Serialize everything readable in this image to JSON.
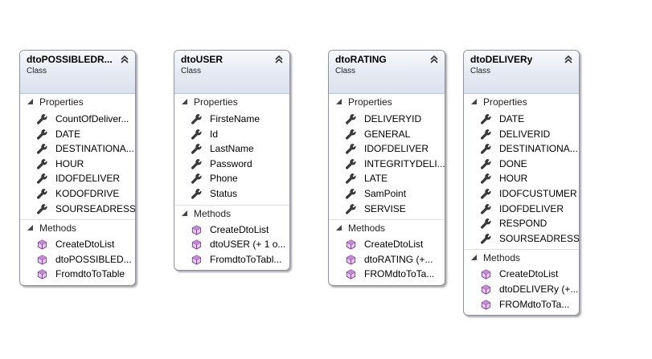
{
  "classes": [
    {
      "name": "dtoPOSSIBLEDR...",
      "kind": "Class",
      "properties_label": "Properties",
      "properties": [
        "CountOfDeliver...",
        "DATE",
        "DESTINATIONA...",
        "HOUR",
        "IDOFDELIVER",
        "KODOFDRIVE",
        "SOURSEADRESS"
      ],
      "methods_label": "Methods",
      "methods": [
        "CreateDtoList",
        "dtoPOSSIBLED...",
        "FromdtoToTable"
      ]
    },
    {
      "name": "dtoUSER",
      "kind": "Class",
      "properties_label": "Properties",
      "properties": [
        "FirsteName",
        "Id",
        "LastName",
        "Password",
        "Phone",
        "Status"
      ],
      "methods_label": "Methods",
      "methods": [
        "CreateDtoList",
        "dtoUSER (+ 1 o...",
        "FromdtoToTabl..."
      ]
    },
    {
      "name": "dtoRATING",
      "kind": "Class",
      "properties_label": "Properties",
      "properties": [
        "DELIVERYID",
        "GENERAL",
        "IDOFDELIVER",
        "INTEGRITYDELI...",
        "LATE",
        "SamPoint",
        "SERVISE"
      ],
      "methods_label": "Methods",
      "methods": [
        "CreateDtoList",
        "dtoRATING (+...",
        "FROMdtoToTa..."
      ]
    },
    {
      "name": "dtoDELIVERy",
      "kind": "Class",
      "properties_label": "Properties",
      "properties": [
        "DATE",
        "DELIVERID",
        "DESTINATIONA...",
        "DONE",
        "HOUR",
        "IDOFCUSTUMER",
        "IDOFDELIVER",
        "RESPOND",
        "SOURSEADRESS"
      ],
      "methods_label": "Methods",
      "methods": [
        "CreateDtoList",
        "dtoDELIVERy (+...",
        "FROMdtoToTa..."
      ]
    }
  ]
}
